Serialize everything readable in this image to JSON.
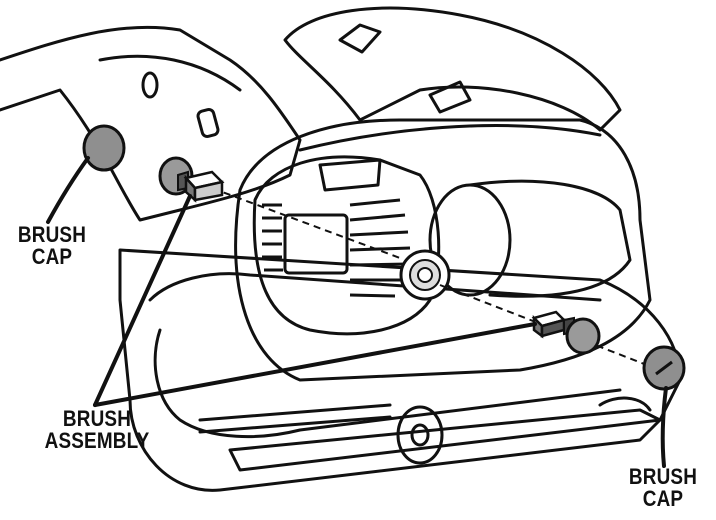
{
  "labels": {
    "brush_cap_left": [
      "BRUSH",
      "CAP"
    ],
    "brush_assembly": [
      "BRUSH",
      "ASSEMBLY"
    ],
    "brush_cap_right": [
      "BRUSH",
      "CAP"
    ]
  },
  "colors": {
    "outline": "#111111",
    "brush_cap_fill": "#8f8f8f",
    "background": "#ffffff"
  }
}
